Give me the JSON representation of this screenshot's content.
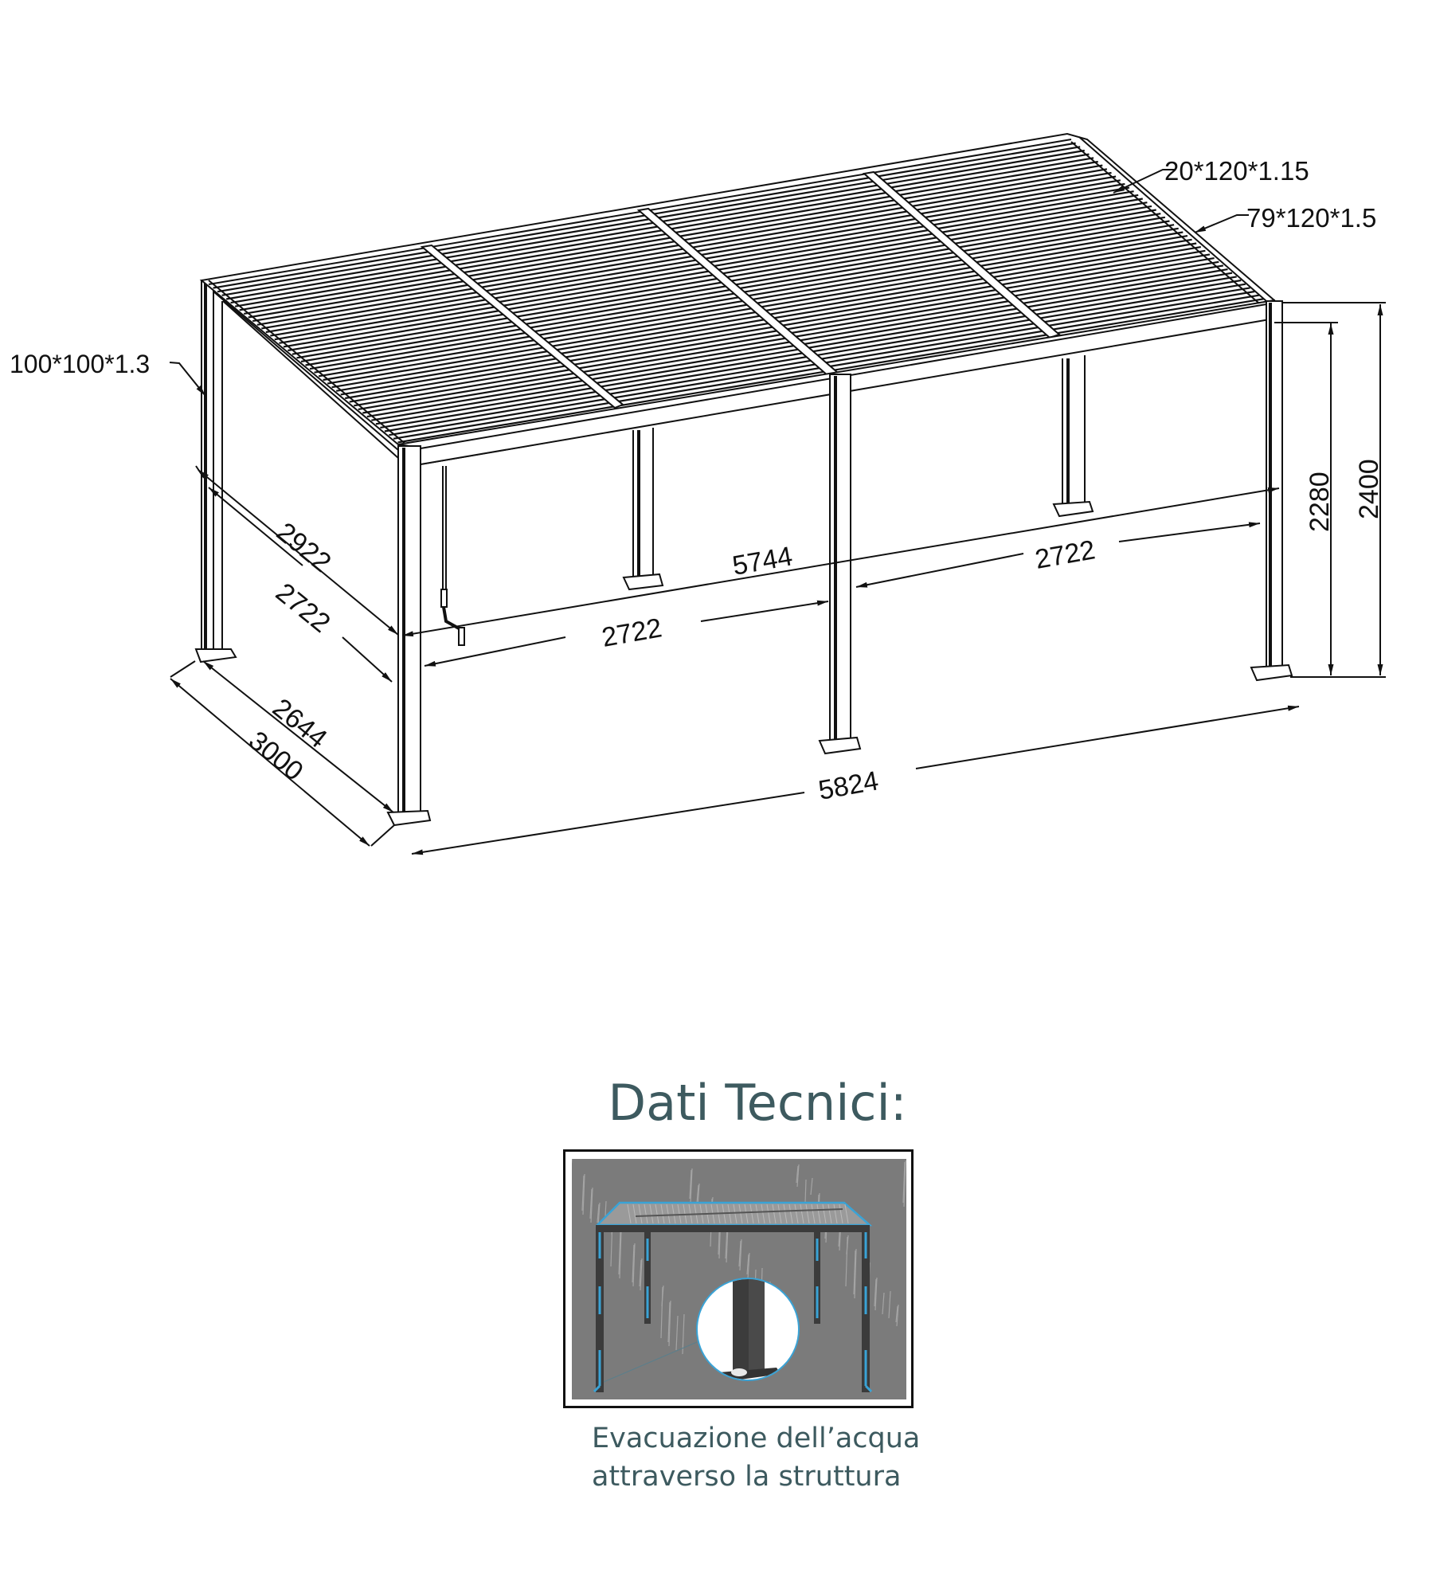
{
  "drawing": {
    "profile_labels": {
      "post": "100*100*1.3",
      "louver": "20*120*1.15",
      "beam": "79*120*1.5"
    },
    "dimensions": {
      "side_outer_top": "2922",
      "side_inner_top": "2722",
      "side_inner_base": "2644",
      "side_outer_base": "3000",
      "length_back": "5744",
      "bay_left": "2722",
      "bay_right": "2722",
      "length_front": "5824",
      "clear_height": "2280",
      "total_height": "2400"
    }
  },
  "section": {
    "title": "Dati Tecnici:",
    "feature_image": "pergola-water-drainage-illustration",
    "caption_line1": "Evacuazione dell’acqua",
    "caption_line2": "attraverso la struttura"
  },
  "colors": {
    "line": "#111111",
    "title_text": "#3d5a5f",
    "inset_background": "#7b7b7b",
    "water_accent": "#3aa3d6"
  }
}
